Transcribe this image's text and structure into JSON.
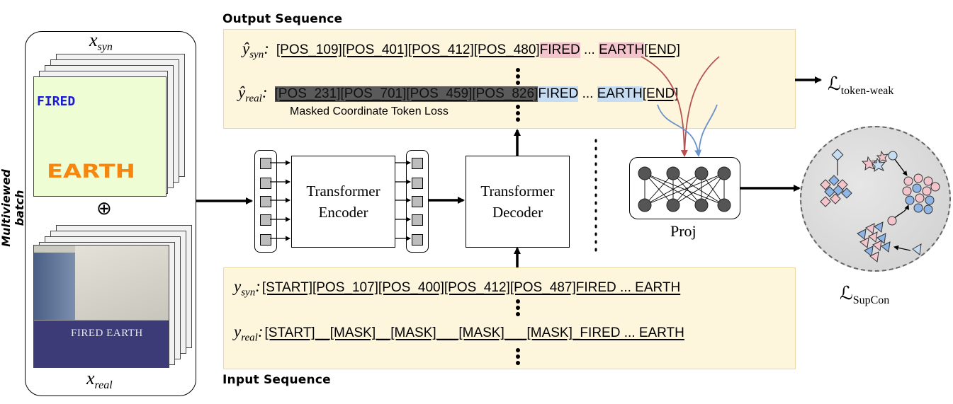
{
  "batch": {
    "side_label": "Multiviewed batch",
    "x_syn": {
      "base": "x",
      "sub": "syn"
    },
    "x_real": {
      "base": "x",
      "sub": "real"
    },
    "plus_symbol": "⊕",
    "syn_words": {
      "w1": "FIRED",
      "w2": "EARTH"
    },
    "real_sign": "FIRED EARTH"
  },
  "output": {
    "title": "Output Sequence",
    "syn_label": {
      "base": "ŷ",
      "sub": "syn"
    },
    "syn_tokens": [
      "[POS_109]",
      "[POS_401]",
      "[POS_412]",
      "[POS_480]"
    ],
    "syn_word1": "FIRED",
    "syn_mid": " ... ",
    "syn_word2": "EARTH",
    "syn_end": "[END]",
    "real_label": {
      "base": "ŷ",
      "sub": "real"
    },
    "real_tokens": [
      "[POS_231]",
      "[POS_701]",
      "[POS_459]",
      "[POS_826]"
    ],
    "real_word1": "FIRED",
    "real_mid": " ... ",
    "real_word2": "EARTH",
    "real_end": "[END]",
    "masked_note": "Masked Coordinate Token Loss"
  },
  "input": {
    "title": "Input Sequence",
    "syn_label": {
      "base": "y",
      "sub": "syn"
    },
    "syn_text": "[START][POS_107][POS_400][POS_412][POS_487]FIRED ... EARTH",
    "real_label": {
      "base": "y",
      "sub": "real"
    },
    "real_text": "[START]__[MASK]__[MASK]___[MASK]___[MASK]_FIRED ... EARTH"
  },
  "model": {
    "encoder_line1": "Transformer",
    "encoder_line2": "Encoder",
    "decoder_line1": "Transformer",
    "decoder_line2": "Decoder",
    "proj_label": "Proj"
  },
  "losses": {
    "token_weak": {
      "base": "ℒ",
      "sub": "token-weak"
    },
    "supcon": {
      "base": "ℒ",
      "sub": "SupCon"
    }
  },
  "colors": {
    "sequence_bg": "#fdf5dc",
    "highlight_red": "#f4c4cc",
    "highlight_blue": "#c6dcf2",
    "masked_gray": "#5a5a5a",
    "arrow_red": "#b5524f",
    "arrow_blue": "#6a93c8",
    "syn_text_blue": "#1a1ad6",
    "syn_text_orange": "#f5860f",
    "sign_bg": "#3d3a78"
  }
}
